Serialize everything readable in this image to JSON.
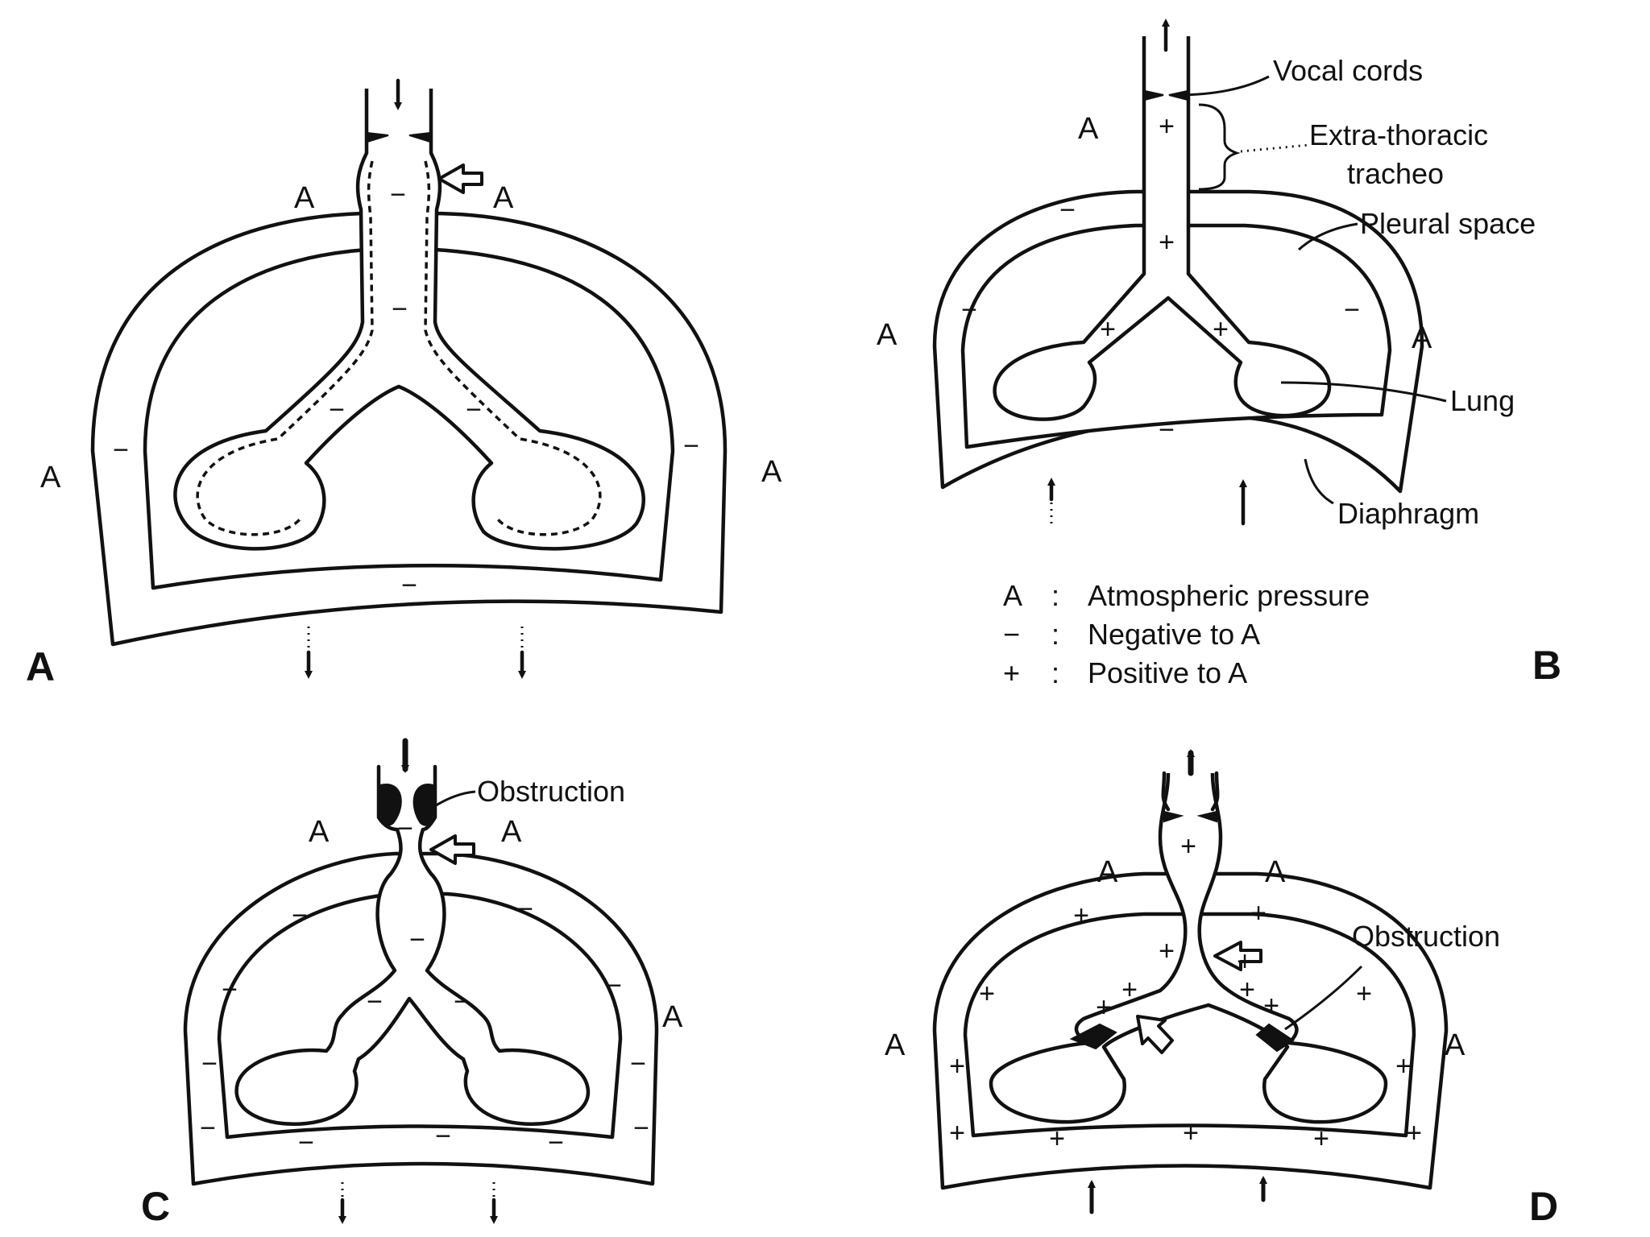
{
  "panels": {
    "a": {
      "label": "A"
    },
    "b": {
      "label": "B"
    },
    "c": {
      "label": "C"
    },
    "d": {
      "label": "D"
    }
  },
  "atmosphere_symbol": "A",
  "negative_symbol": "−",
  "positive_symbol": "+",
  "callouts": {
    "vocal_cords": "Vocal cords",
    "extra_thoracic_line1": "Extra-thoracic",
    "extra_thoracic_line2": "tracheo",
    "pleural_space": "Pleural space",
    "lung": "Lung",
    "diaphragm": "Diaphragm",
    "obstruction": "Obstruction"
  },
  "legend": [
    {
      "symbol": "A",
      "separator": ":",
      "text": "Atmospheric pressure"
    },
    {
      "symbol": "−",
      "separator": ":",
      "text": "Negative to A"
    },
    {
      "symbol": "+",
      "separator": ":",
      "text": "Positive to A"
    }
  ]
}
